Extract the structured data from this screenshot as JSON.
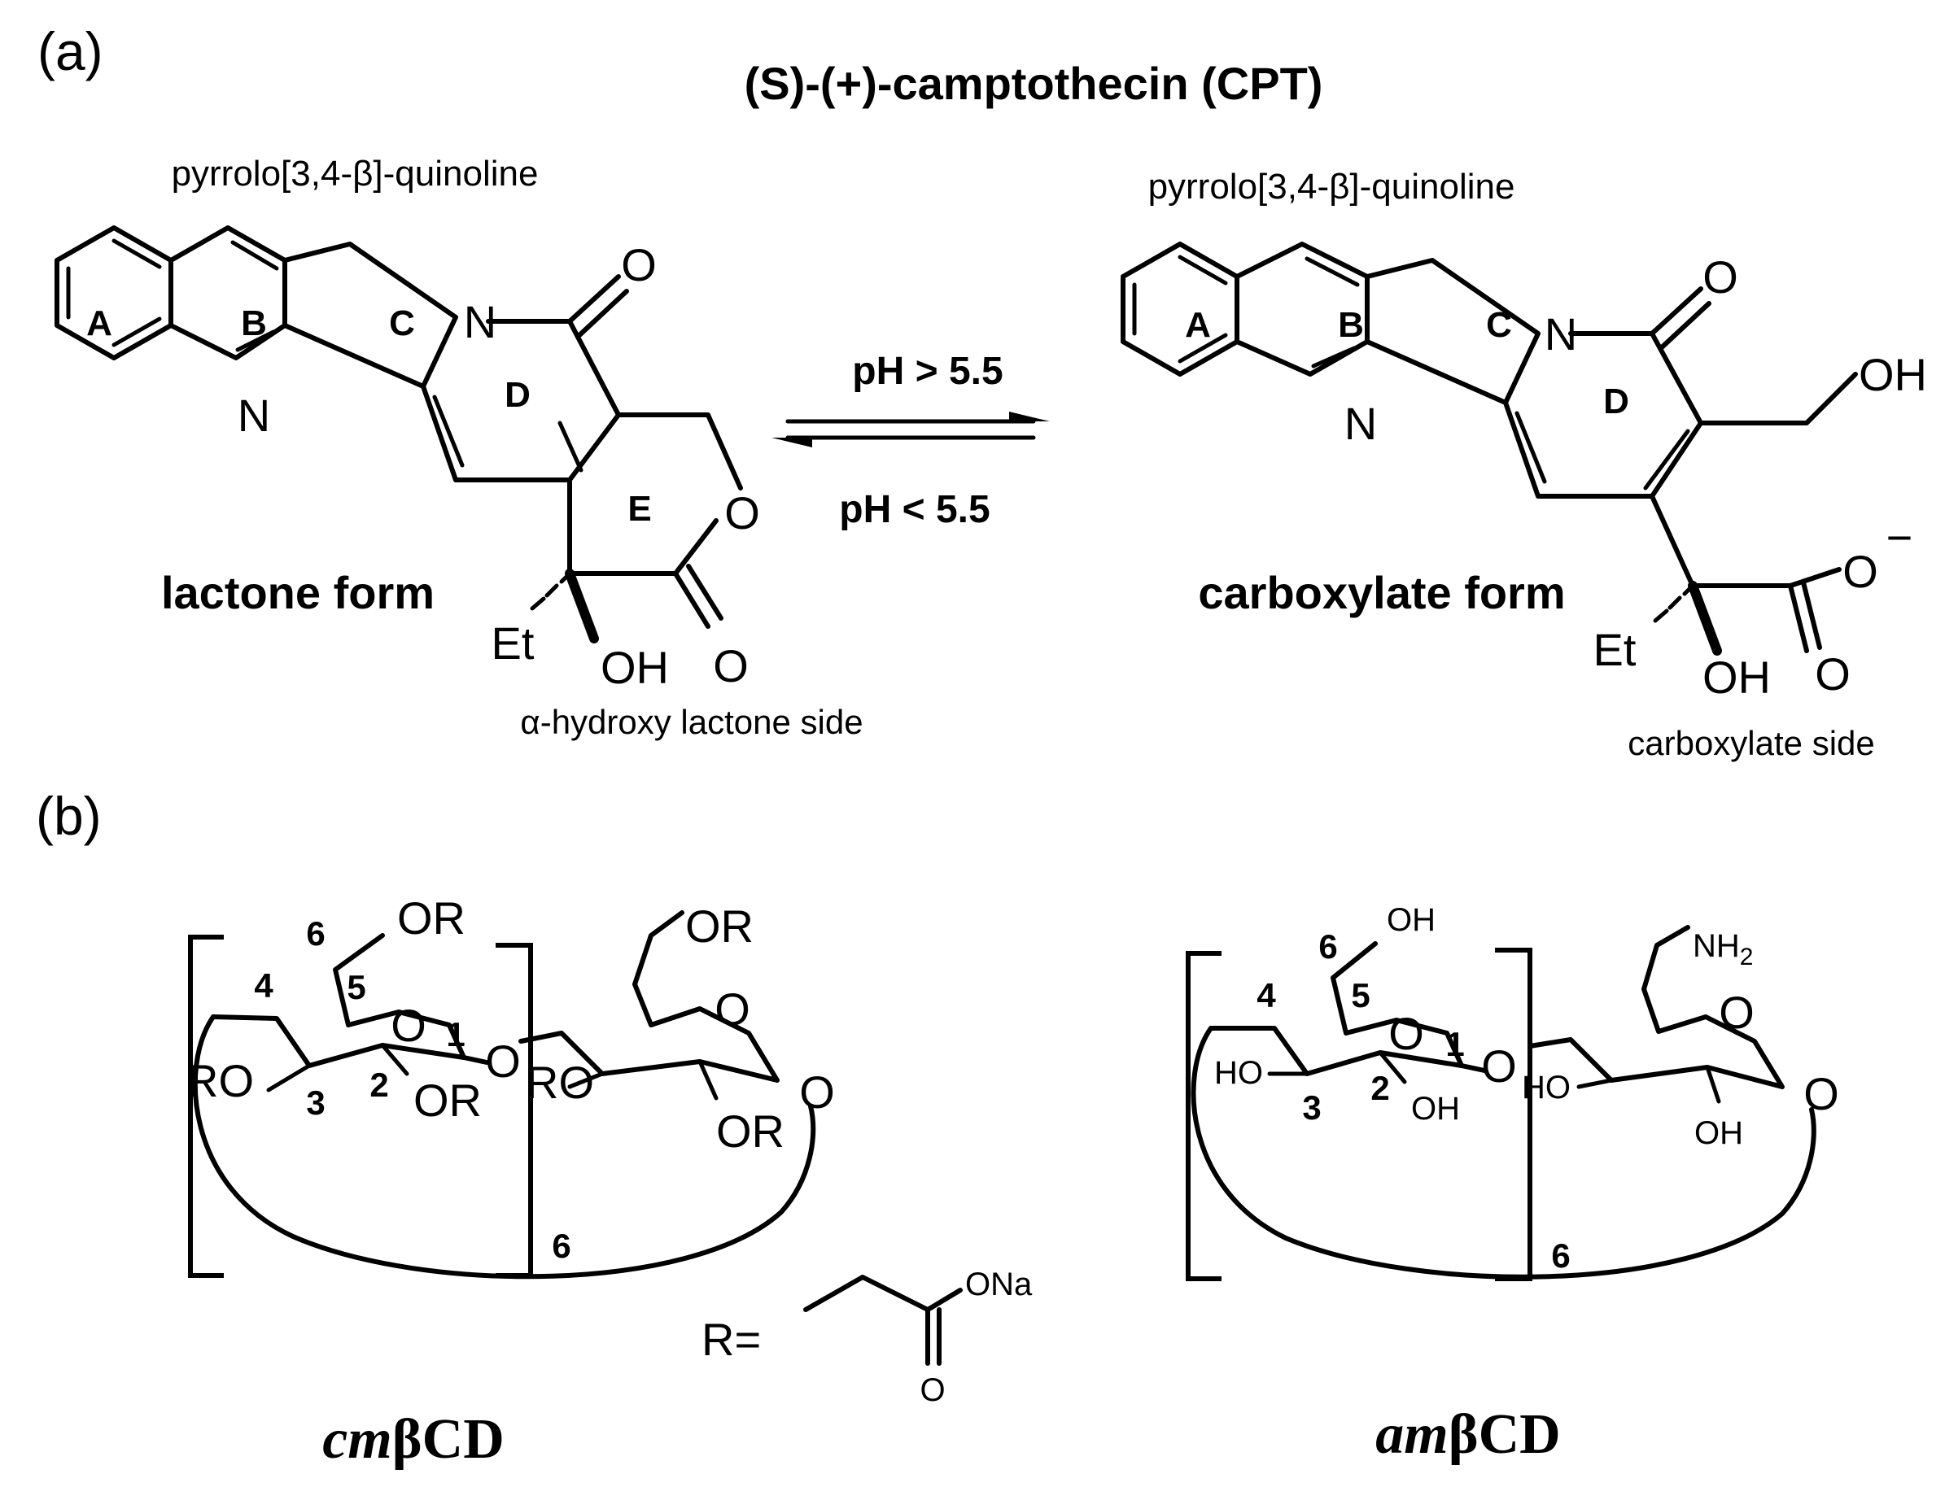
{
  "panel_a": {
    "label": "(a)",
    "title": "(S)-(+)-camptothecin (CPT)",
    "left": {
      "scaffold": "pyrrolo[3,4-β]-quinoline",
      "rings": [
        "A",
        "B",
        "C",
        "D",
        "E"
      ],
      "atoms": {
        "N_ring": "N",
        "N_amide": "N",
        "O_carbonyl_top": "O",
        "O_ring": "O",
        "O_lactone": "O",
        "ethyl": "Et",
        "hydroxyl": "OH"
      },
      "form_label": "lactone form",
      "side_label": "α-hydroxy lactone side"
    },
    "equilibrium": {
      "forward": "pH > 5.5",
      "reverse": "pH < 5.5"
    },
    "right": {
      "scaffold": "pyrrolo[3,4-β]-quinoline",
      "rings": [
        "A",
        "B",
        "C",
        "D"
      ],
      "atoms": {
        "N_ring": "N",
        "N_amide": "N",
        "O_carbonyl_top": "O",
        "hydroxymethyl": "OH",
        "carboxylate_O": "O",
        "charge": "−",
        "carboxyl_O": "O",
        "ethyl": "Et",
        "hydroxyl": "OH"
      },
      "form_label": "carboxylate form",
      "side_label": "carboxylate side"
    }
  },
  "panel_b": {
    "label": "(b)",
    "cm": {
      "name_italic": "cm",
      "name_rest": "βCD",
      "substituents": {
        "c6": "OR",
        "c6b": "OR",
        "c3": "RO",
        "c2": "OR",
        "c3b": "RO",
        "c2b": "OR"
      },
      "ring_O": "O",
      "glycosidic_O": "O",
      "numbers": [
        "6",
        "5",
        "4",
        "1",
        "3",
        "2"
      ],
      "repeat": "6",
      "r_def": {
        "prefix": "R=",
        "ester": "ONa",
        "carbonyl": "O"
      }
    },
    "am": {
      "name_italic": "am",
      "name_rest": "βCD",
      "substituents": {
        "c6": "OH",
        "amine": "NH",
        "amine_sub": "2",
        "c3": "HO",
        "c2": "OH",
        "c3b": "HO",
        "c2b": "OH"
      },
      "ring_O": "O",
      "glycosidic_O": "O",
      "numbers": [
        "6",
        "5",
        "4",
        "1",
        "3",
        "2"
      ],
      "repeat": "6"
    }
  }
}
